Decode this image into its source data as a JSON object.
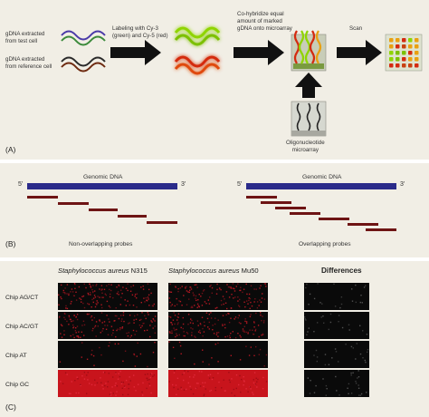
{
  "panel_a": {
    "label": "(A)",
    "test_cell": "gDNA extracted\nfrom test cell",
    "reference_cell": "gDNA extracted\nfrom reference cell",
    "labeling": "Labeling with Cy-3\n(green) and Cy-5 (red)",
    "hybridize": "Co-hybridize equal\namount of marked\ngDNA onto microarray",
    "scan": "Scan",
    "oligo": "Oligonucleotide\nmicroarray"
  },
  "panel_b": {
    "label": "(B)",
    "genomic_left": "Genomic DNA",
    "genomic_right": "Genomic DNA",
    "five_prime": "5'",
    "three_prime": "3'",
    "non_overlapping": "Non-overlapping probes",
    "overlapping": "Overlapping probes"
  },
  "panel_c": {
    "label": "(C)",
    "species": "Staphylococcus aureus",
    "strain1": "N315",
    "strain2": "Mu50",
    "differences": "Differences",
    "chips": [
      "Chip AG/CT",
      "Chip AC/GT",
      "Chip AT",
      "Chip GC"
    ]
  },
  "colors": {
    "background": "#f1eee5",
    "genomic_bar": "#2b2b8a",
    "probe": "#6e1414",
    "arrow": "#111111",
    "cy3_green": "#8fd400",
    "cy5_red": "#d42a10",
    "chip_dark": "#0a0a0a",
    "chip_red": "#c8141c"
  }
}
